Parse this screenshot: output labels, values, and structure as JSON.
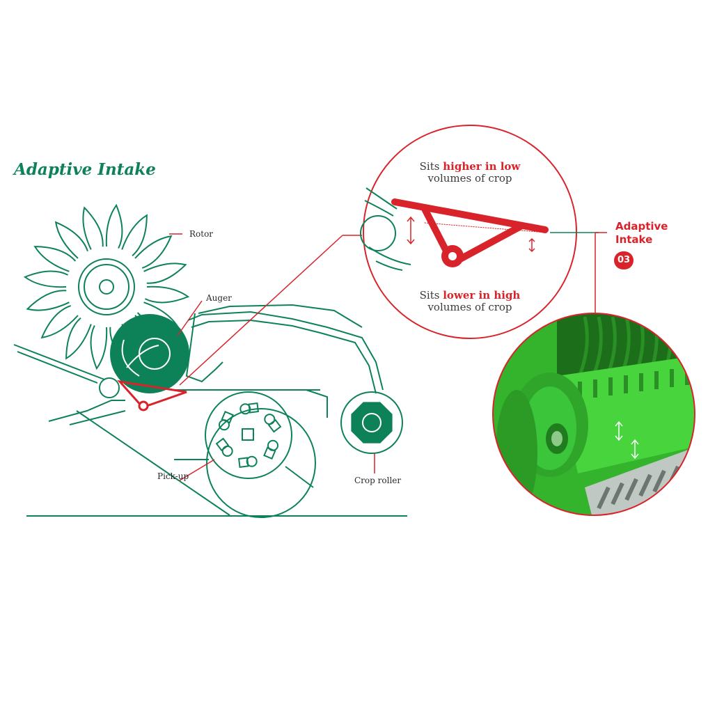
{
  "title": "Adaptive Intake",
  "labels": {
    "rotor": "Rotor",
    "auger": "Auger",
    "pickup": "Pick-up",
    "crop_roller": "Crop roller"
  },
  "callout_top": {
    "prefix": "Sits ",
    "highlight": "higher in low",
    "rest": "volumes of crop"
  },
  "callout_bottom": {
    "prefix": "Sits ",
    "highlight": "lower in high",
    "rest": "volumes of crop"
  },
  "side": {
    "line1": "Adaptive",
    "line2": "Intake",
    "badge": "03"
  },
  "colors": {
    "green": "#0d8259",
    "red": "#d8232a",
    "bright_green": "#3bc53a"
  }
}
